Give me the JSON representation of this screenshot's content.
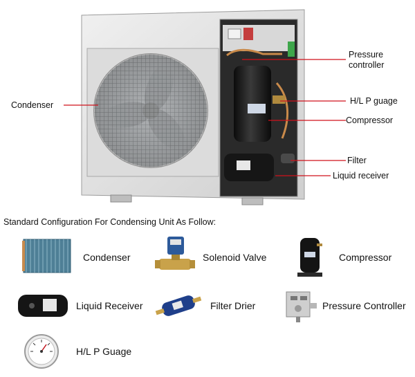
{
  "diagram": {
    "callouts": {
      "condenser": "Condenser",
      "pressure_controller_line1": "Pressure",
      "pressure_controller_line2": "controller",
      "hl_p_gauge": "H/L P guage",
      "compressor": "Compressor",
      "filter": "Filter",
      "liquid_receiver": "Liquid receiver"
    },
    "leader_color": "#d0121b"
  },
  "configuration": {
    "title": "Standard Configuration For Condensing Unit As Follow:",
    "components": [
      {
        "label": "Condenser",
        "icon": "condenser-coil-icon"
      },
      {
        "label": "Solenoid Valve",
        "icon": "solenoid-valve-icon"
      },
      {
        "label": "Compressor",
        "icon": "compressor-icon"
      },
      {
        "label": "Liquid Receiver",
        "icon": "liquid-receiver-icon"
      },
      {
        "label": "Filter Drier",
        "icon": "filter-drier-icon"
      },
      {
        "label": "Pressure Controller",
        "icon": "pressure-controller-icon"
      },
      {
        "label": "H/L P Guage",
        "icon": "pressure-gauge-icon"
      }
    ]
  }
}
